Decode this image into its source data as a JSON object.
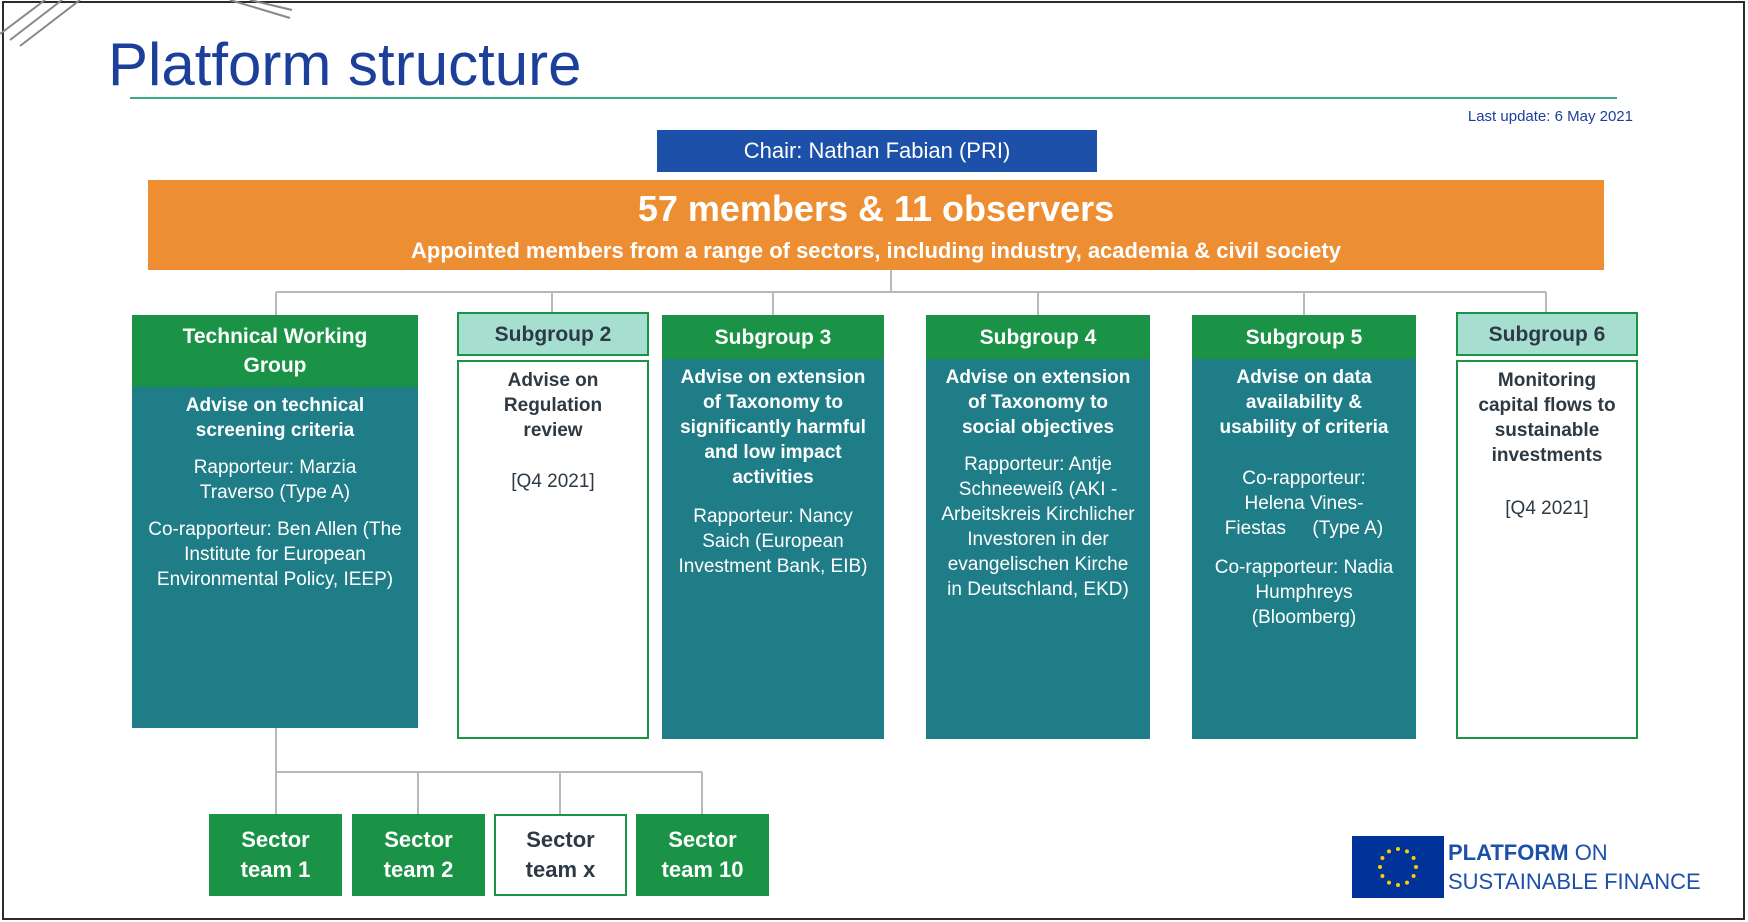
{
  "title": "Platform structure",
  "last_update": "Last update: 6 May 2021",
  "chair": "Chair: Nathan Fabian (PRI)",
  "members": {
    "headline": "57 members & 11 observers",
    "subline": "Appointed members from a range of sectors, including industry, academia & civil society"
  },
  "groups": [
    {
      "header": "Technical Working Group",
      "lines": [
        {
          "text": "Advise on technical screening criteria",
          "bold": true
        },
        {
          "text": "Rapporteur: Marzia Traverso (Type A)",
          "bold": false
        },
        {
          "text": "Co-rapporteur: Ben Allen (The Institute for European Environmental Policy, IEEP)",
          "bold": false
        }
      ]
    },
    {
      "header": "Subgroup 2",
      "lines": [
        {
          "text": "Advise on Regulation review",
          "bold": true
        },
        {
          "text": "[Q4 2021]",
          "bold": false
        }
      ]
    },
    {
      "header": "Subgroup 3",
      "lines": [
        {
          "text": "Advise on extension of Taxonomy to significantly harmful and low impact activities",
          "bold": true
        },
        {
          "text": "Rapporteur: Nancy Saich (European Investment Bank, EIB)",
          "bold": false
        }
      ]
    },
    {
      "header": "Subgroup 4",
      "lines": [
        {
          "text": "Advise on extension of Taxonomy to social objectives",
          "bold": true
        },
        {
          "text": "Rapporteur: Antje Schneeweiß (AKI - Arbeitskreis Kirchlicher Investoren in der evangelischen Kirche in Deutschland, EKD)",
          "bold": false
        }
      ]
    },
    {
      "header": "Subgroup 5",
      "lines": [
        {
          "text": "Advise on data availability & usability of criteria",
          "bold": true
        },
        {
          "text": "Co-rapporteur: Helena Vines-Fiestas     (Type A)",
          "bold": false
        },
        {
          "text": "Co-rapporteur: Nadia Humphreys (Bloomberg)",
          "bold": false
        }
      ]
    },
    {
      "header": "Subgroup 6",
      "lines": [
        {
          "text": "Monitoring capital flows to sustainable investments",
          "bold": true
        },
        {
          "text": "[Q4 2021]",
          "bold": false
        }
      ]
    }
  ],
  "sector_teams": [
    "Sector team 1",
    "Sector team 2",
    "Sector team x",
    "Sector team 10"
  ],
  "logo": {
    "line1_bold": "PLATFORM",
    "line1_rest": " ON",
    "line2": "SUSTAINABLE FINANCE"
  },
  "colors": {
    "title_blue": "#1b3f9a",
    "chair_blue": "#1d50a8",
    "orange": "#ee8e33",
    "green": "#1a9347",
    "teal": "#1f7d88",
    "mint": "#a6dfd0"
  }
}
